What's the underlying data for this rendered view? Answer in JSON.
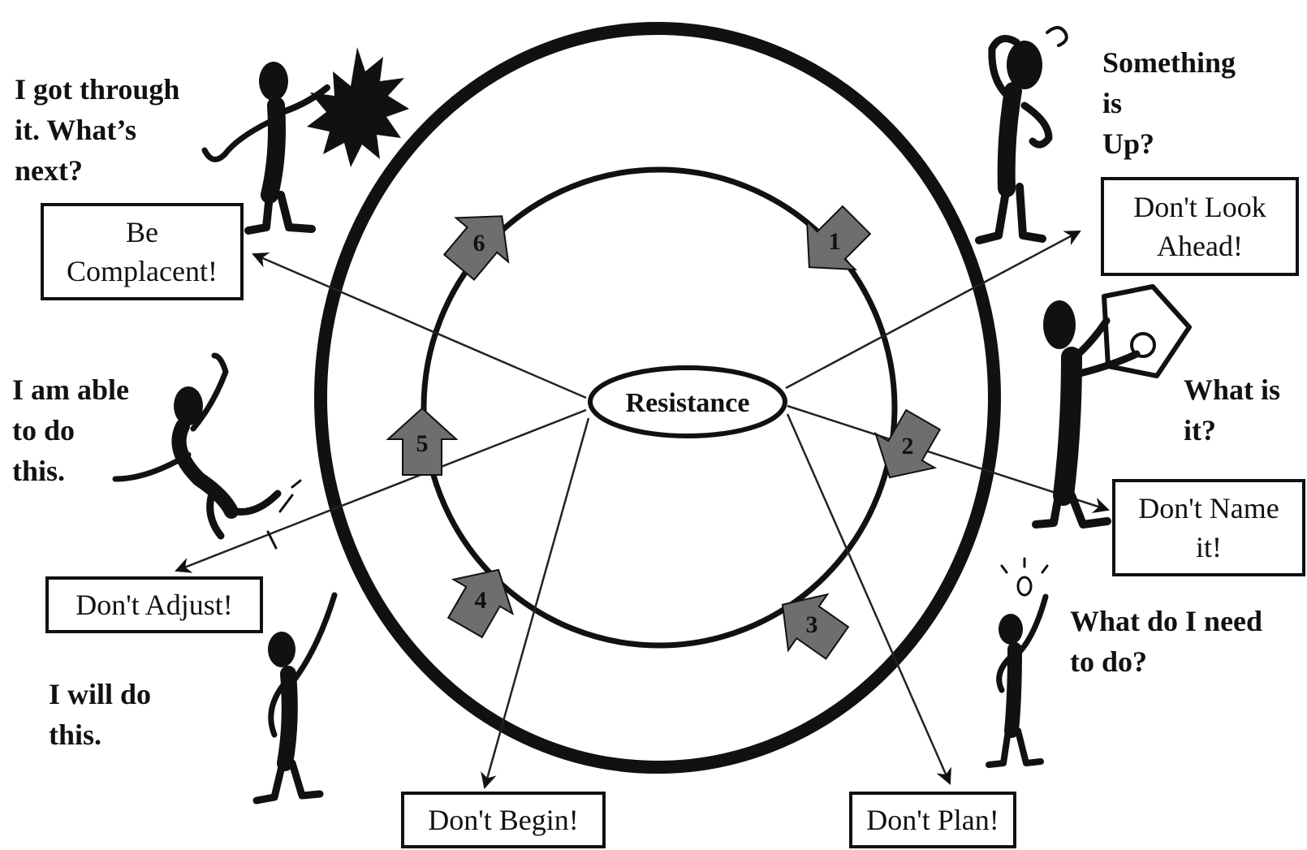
{
  "center_label": "Resistance",
  "steps": [
    "1",
    "2",
    "3",
    "4",
    "5",
    "6"
  ],
  "boxes": {
    "look_ahead": [
      "Don't Look",
      "Ahead!"
    ],
    "name_it": [
      "Don't Name",
      "it!"
    ],
    "plan": [
      "Don't Plan!"
    ],
    "begin": [
      "Don't Begin!"
    ],
    "adjust": [
      "Don't Adjust!"
    ],
    "complacent": [
      "Be",
      "Complacent!"
    ]
  },
  "quotes": {
    "something_up": [
      "Something",
      "is",
      "Up?"
    ],
    "what_is_it": [
      "What is",
      "it?"
    ],
    "what_do_i_need": [
      "What do I need",
      "to do?"
    ],
    "i_will_do_this": [
      "I will do",
      "this."
    ],
    "i_am_able": [
      "I am able",
      "to do",
      "this."
    ],
    "got_through": [
      "I got through",
      "it. What’s",
      "next?"
    ]
  },
  "colors": {
    "ink": "#111111",
    "arrow_fill": "#6e6e6e",
    "background": "#ffffff"
  }
}
